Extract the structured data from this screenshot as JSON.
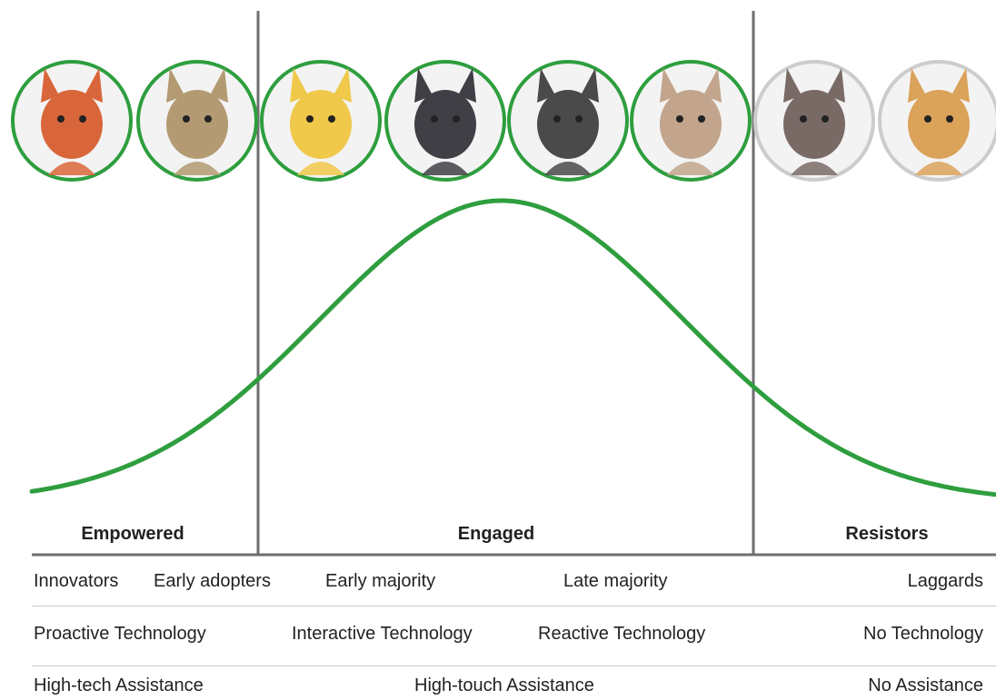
{
  "colors": {
    "curve": "#2e9e3e",
    "ring_active": "#2e9e3e",
    "ring_inactive": "#cccccc",
    "divider_line": "#6e6e6e",
    "table_rule": "#c8c8c8"
  },
  "avatars": [
    {
      "name": "lion-avatar",
      "active": true
    },
    {
      "name": "kangaroo-avatar",
      "active": true
    },
    {
      "name": "bee-avatar",
      "active": true
    },
    {
      "name": "loon-avatar",
      "active": true
    },
    {
      "name": "ant-avatar",
      "active": true
    },
    {
      "name": "cat-avatar",
      "active": true
    },
    {
      "name": "horse-avatar",
      "active": false
    },
    {
      "name": "camel-avatar",
      "active": false
    }
  ],
  "groups": {
    "empowered": "Empowered",
    "engaged": "Engaged",
    "resistors": "Resistors"
  },
  "adopters": {
    "innovators": "Innovators",
    "early_adopters": "Early adopters",
    "early_majority": "Early majority",
    "late_majority": "Late majority",
    "laggards": "Laggards"
  },
  "technology": {
    "proactive": "Proactive Technology",
    "interactive": "Interactive Technology",
    "reactive": "Reactive Technology",
    "none": "No Technology"
  },
  "assistance": {
    "high_tech": "High-tech Assistance",
    "high_touch": "High-touch Assistance",
    "none": "No Assistance"
  }
}
